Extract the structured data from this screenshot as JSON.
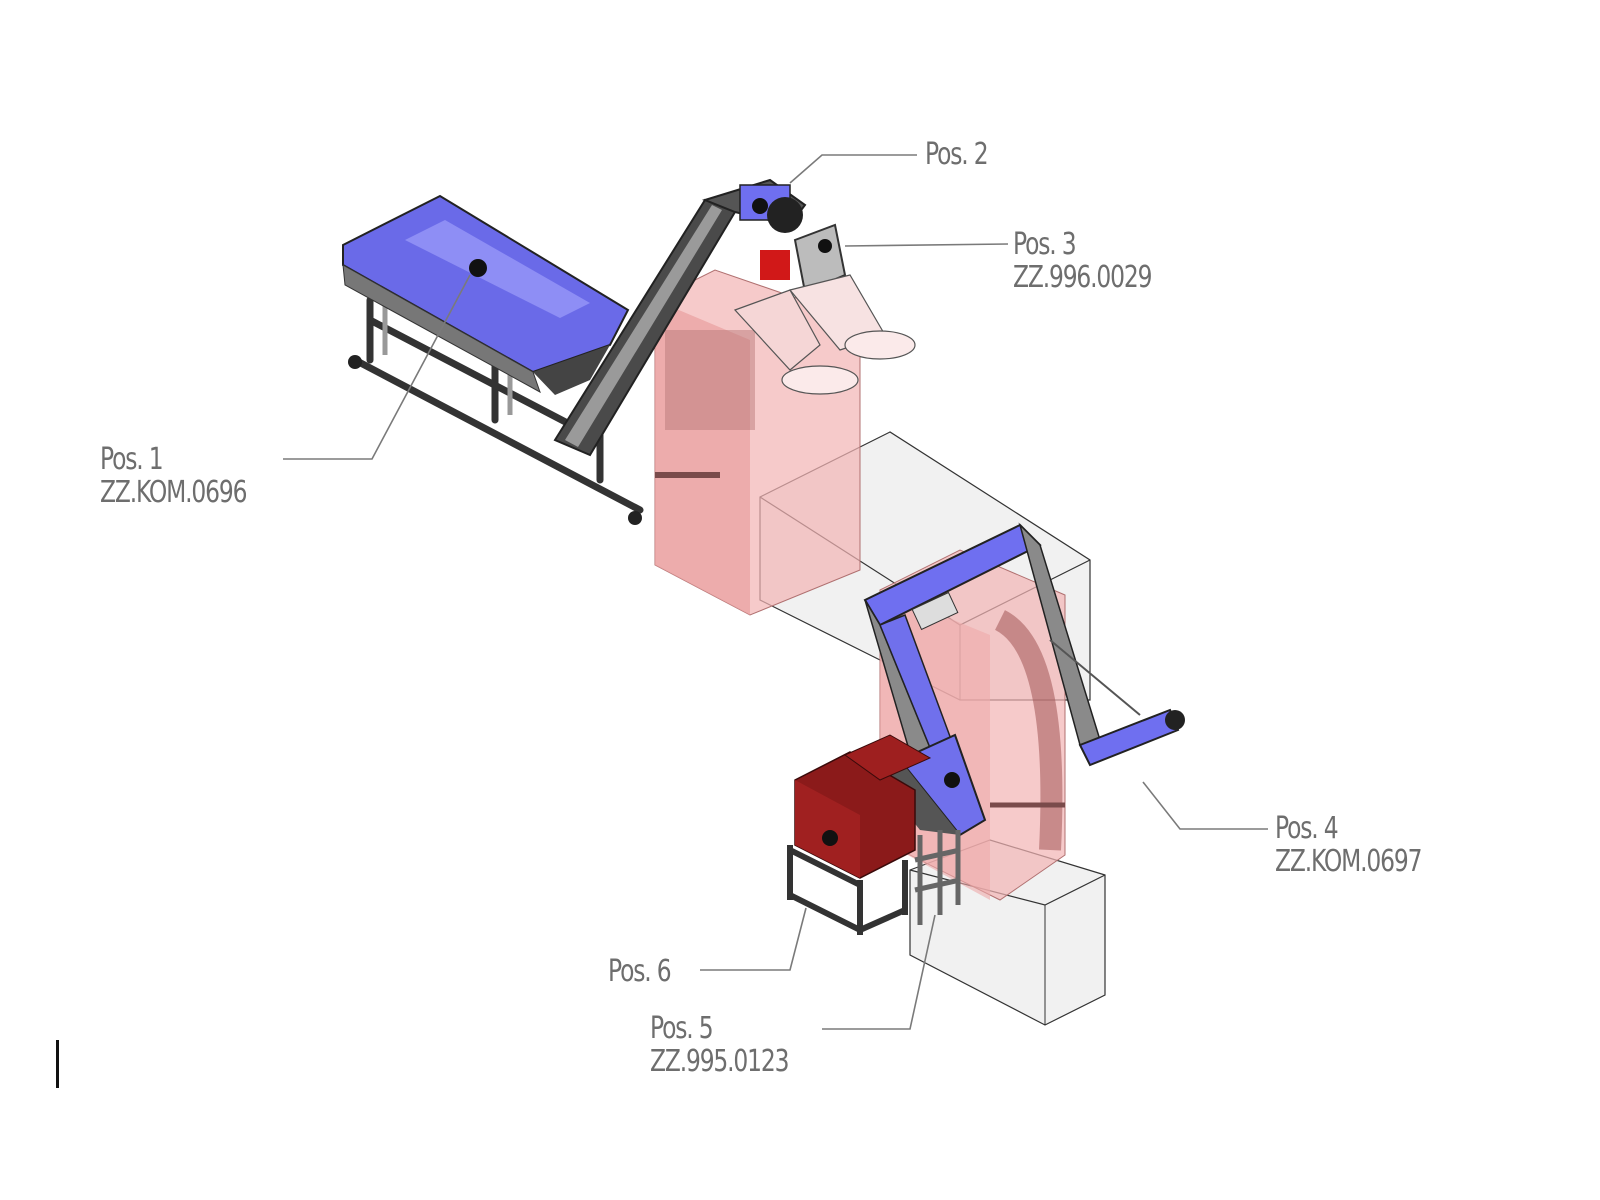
{
  "diagram": {
    "type": "isometric-layout-drawing",
    "colors": {
      "machine_blue": "#6f6ff0",
      "frame_dark": "#3a3a3a",
      "frame_grey": "#9a9a9a",
      "zone_pink": "#f2b8b8",
      "box_grey": "#d9d9d9",
      "crate_red": "#8b1a1a",
      "leader_line": "#7a7a7a",
      "label_text": "#6e6e6e"
    },
    "callouts": [
      {
        "id": "pos1",
        "title": "Pos. 1",
        "code": "ZZ.KOM.0696",
        "component": "feed hopper table"
      },
      {
        "id": "pos2",
        "title": "Pos. 2",
        "code": "",
        "component": "incline conveyor head"
      },
      {
        "id": "pos3",
        "title": "Pos. 3",
        "code": "ZZ.996.0029",
        "component": "splitter chute"
      },
      {
        "id": "pos4",
        "title": "Pos. 4",
        "code": "ZZ.KOM.0697",
        "component": "Z-conveyor"
      },
      {
        "id": "pos5",
        "title": "Pos. 5",
        "code": "ZZ.995.0123",
        "component": "discharge chute stand"
      },
      {
        "id": "pos6",
        "title": "Pos. 6",
        "code": "",
        "component": "crate stand"
      }
    ]
  }
}
